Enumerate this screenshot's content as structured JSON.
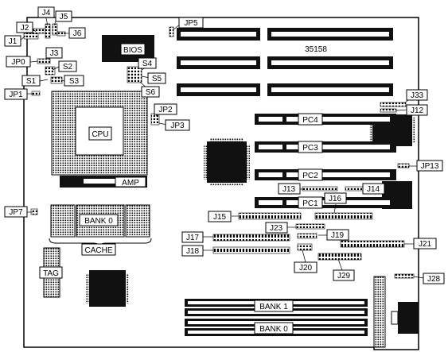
{
  "board_id": "35158",
  "chips": {
    "bios": "BIOS",
    "cpu": "CPU",
    "amp": "AMP",
    "bank0_cache": "BANK 0",
    "cache": "CACHE",
    "tag": "TAG"
  },
  "slots": {
    "pc1": "PC1",
    "pc2": "PC2",
    "pc3": "PC3",
    "pc4": "PC4"
  },
  "memory": {
    "bank1": "BANK 1",
    "bank0": "BANK 0"
  },
  "jumpers": {
    "j1": "J1",
    "j2": "J2",
    "j3": "J3",
    "j4": "J4",
    "j5": "J5",
    "j6": "J6",
    "jp0": "JP0",
    "jp1": "JP1",
    "jp2": "JP2",
    "jp3": "JP3",
    "jp5": "JP5",
    "jp7": "JP7",
    "jp13": "JP13",
    "s1": "S1",
    "s2": "S2",
    "s3": "S3",
    "s4": "S4",
    "s5": "S5",
    "s6": "S6",
    "j12": "J12",
    "j13": "J13",
    "j14": "J14",
    "j15": "J15",
    "j16": "J16",
    "j17": "J17",
    "j18": "J18",
    "j19": "J19",
    "j20": "J20",
    "j21": "J21",
    "j23": "J23",
    "j28": "J28",
    "j29": "J29",
    "j33": "J33"
  }
}
